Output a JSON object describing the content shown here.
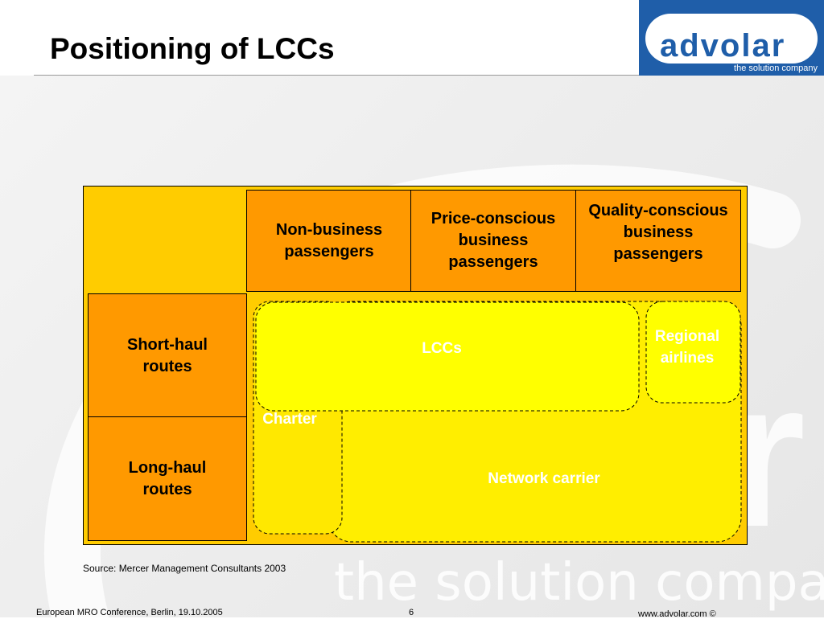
{
  "slide": {
    "title": "Positioning of LCCs"
  },
  "logo": {
    "wordmark": "advolar",
    "tagline": "the solution company",
    "color": "#1f5ea9"
  },
  "watermark": {
    "text": "the solution company",
    "letter": "r"
  },
  "diagram": {
    "columns": [
      "Non-business passengers",
      "Price-conscious business passengers",
      "Quality-conscious business passengers"
    ],
    "rows": [
      "Short-haul routes",
      "Long-haul routes"
    ],
    "segments": {
      "lccs": "LCCs",
      "regional": "Regional airlines",
      "charter": "Charter",
      "network": "Network carrier"
    },
    "colors": {
      "grid_background": "#ffcc00",
      "header_cells": "#ff9900",
      "region_fill": "#ffff00",
      "label_text": "#ffffff"
    }
  },
  "footer": {
    "source": "Source: Mercer Management Consultants 2003",
    "event": "European MRO Conference, Berlin, 19.10.2005",
    "page": "6",
    "website": "www.advolar.com ©"
  }
}
